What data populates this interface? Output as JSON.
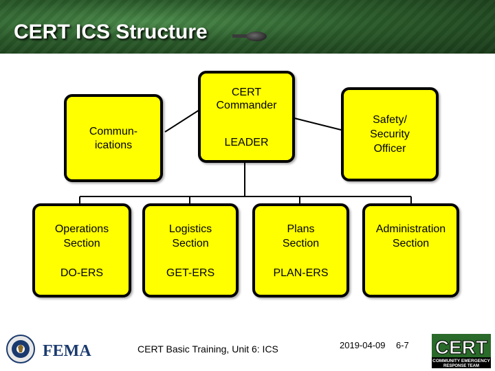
{
  "title": "CERT ICS Structure",
  "commander": {
    "title": "CERT Commander",
    "role": "LEADER"
  },
  "communications": {
    "label": "Commun-ications",
    "line1": "Commun-",
    "line2": "ications"
  },
  "safety": {
    "line1": "Safety/",
    "line2": "Security",
    "line3": "Officer"
  },
  "sections": [
    {
      "line1": "Operations",
      "line2": "Section",
      "team": "DO-ERS"
    },
    {
      "line1": "Logistics",
      "line2": "Section",
      "team": "GET-ERS"
    },
    {
      "line1": "Plans",
      "line2": "Section",
      "team": "PLAN-ERS"
    },
    {
      "line1": "Administration",
      "line2": "Section",
      "team": ""
    }
  ],
  "footer": {
    "course": "CERT Basic Training, Unit 6: ICS",
    "date": "2019-04-09",
    "page": "6-7",
    "fema_logo": "FEMA",
    "cert_logo_main": "CERT",
    "cert_logo_sub1": "COMMUNITY EMERGENCY",
    "cert_logo_sub2": "RESPONSE TEAM"
  },
  "colors": {
    "box_fill": "#ffff00",
    "box_border": "#000000",
    "title_bg": "#2a5a2a",
    "fema_blue": "#1a3a6e"
  }
}
